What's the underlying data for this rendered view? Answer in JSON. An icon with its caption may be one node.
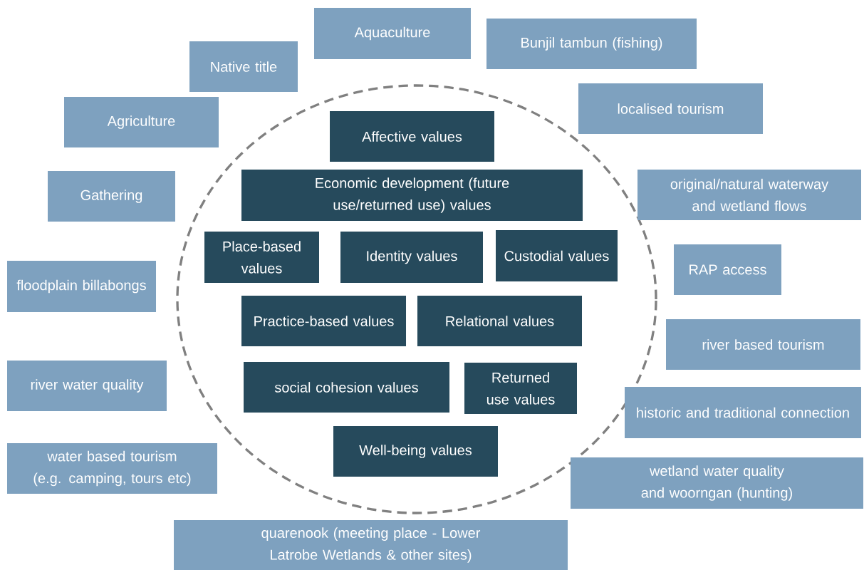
{
  "diagram": {
    "nodes": [
      {
        "text": [],
        "shape": "circle"
      },
      {
        "text": [
          "Aquaculture"
        ]
      },
      {
        "text": [
          "Bunjil tambun (fishing)"
        ]
      },
      {
        "text": [
          "Native title"
        ]
      },
      {
        "text": [
          "localised tourism"
        ]
      },
      {
        "text": [
          "Agriculture"
        ]
      },
      {
        "text": [
          "Affective values"
        ],
        "in": 0
      },
      {
        "text": [
          "Economic development (future use/returned use) values"
        ],
        "in": 0
      },
      {
        "text": [
          "Gathering"
        ]
      },
      {
        "text": [
          "original/natural waterway and wetland flows"
        ]
      },
      {
        "text": [
          "Place-based values"
        ],
        "in": 0
      },
      {
        "text": [
          "Identity values"
        ],
        "in": 0
      },
      {
        "text": [
          "Custodial values"
        ],
        "in": 0
      },
      {
        "text": [
          "RAP access"
        ]
      },
      {
        "text": [
          "floodplain billabongs"
        ]
      },
      {
        "text": [
          "Practice-based values"
        ],
        "in": 0
      },
      {
        "text": [
          "Relational values"
        ],
        "in": 0
      },
      {
        "text": [
          "river based tourism"
        ]
      },
      {
        "text": [
          "river water quality"
        ]
      },
      {
        "text": [
          "social cohesion values"
        ],
        "in": 0
      },
      {
        "text": [
          "Returned use values"
        ],
        "in": 0
      },
      {
        "text": [
          "historic and traditional connection"
        ]
      },
      {
        "text": [
          "Well-being values"
        ],
        "in": 0
      },
      {
        "text": [
          "water based tourism (e.g. camping, tours etc)"
        ]
      },
      {
        "text": [
          "wetland water quality and woorngan (hunting)"
        ]
      },
      {
        "text": [
          "quarenook (meeting place - Lower Latrobe Wetlands & other sites)"
        ]
      }
    ]
  }
}
